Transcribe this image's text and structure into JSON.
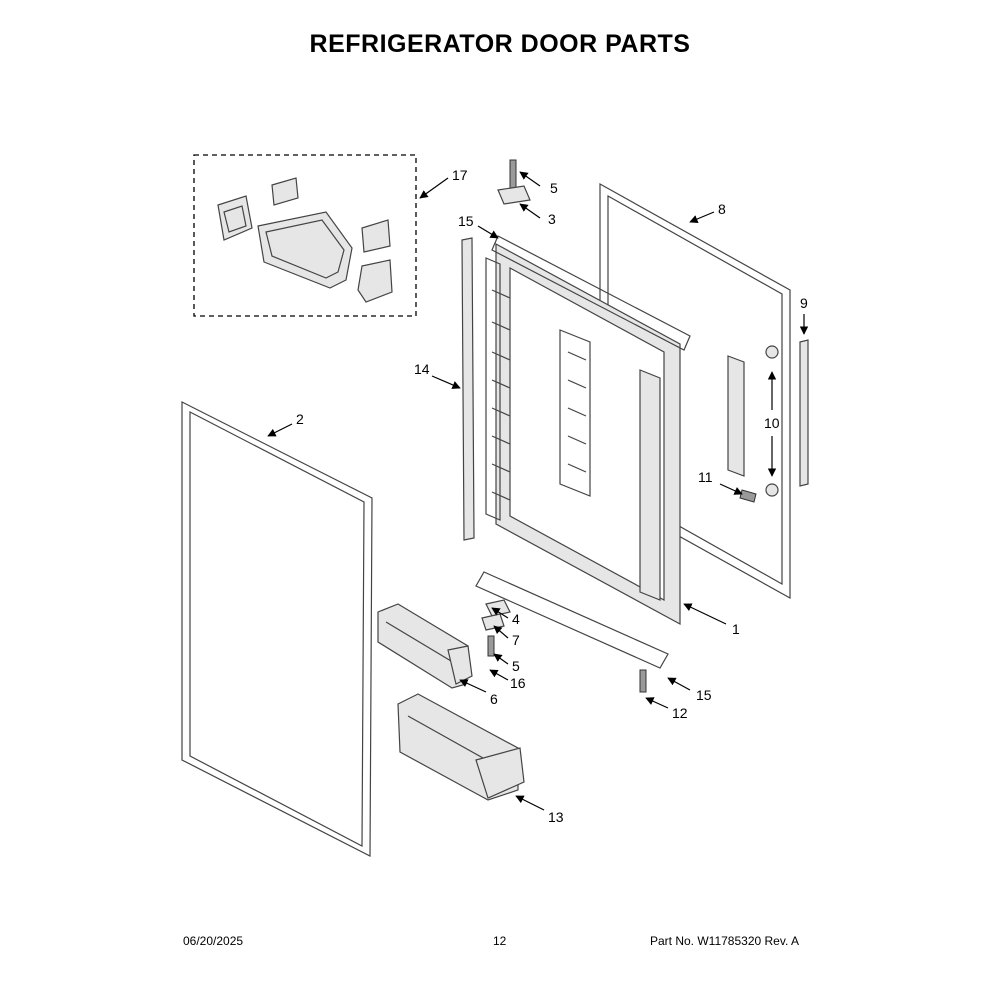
{
  "title": "REFRIGERATOR DOOR PARTS",
  "callouts": {
    "c1": "1",
    "c2": "2",
    "c3": "3",
    "c4": "4",
    "c5a": "5",
    "c5b": "5",
    "c6": "6",
    "c7": "7",
    "c8": "8",
    "c9": "9",
    "c10": "10",
    "c11": "11",
    "c12": "12",
    "c13": "13",
    "c14": "14",
    "c15a": "15",
    "c15b": "15",
    "c16": "16",
    "c17": "17"
  },
  "footer": {
    "date": "06/20/2025",
    "page": "12",
    "part_no": "Part No.  W11785320  Rev.  A"
  }
}
